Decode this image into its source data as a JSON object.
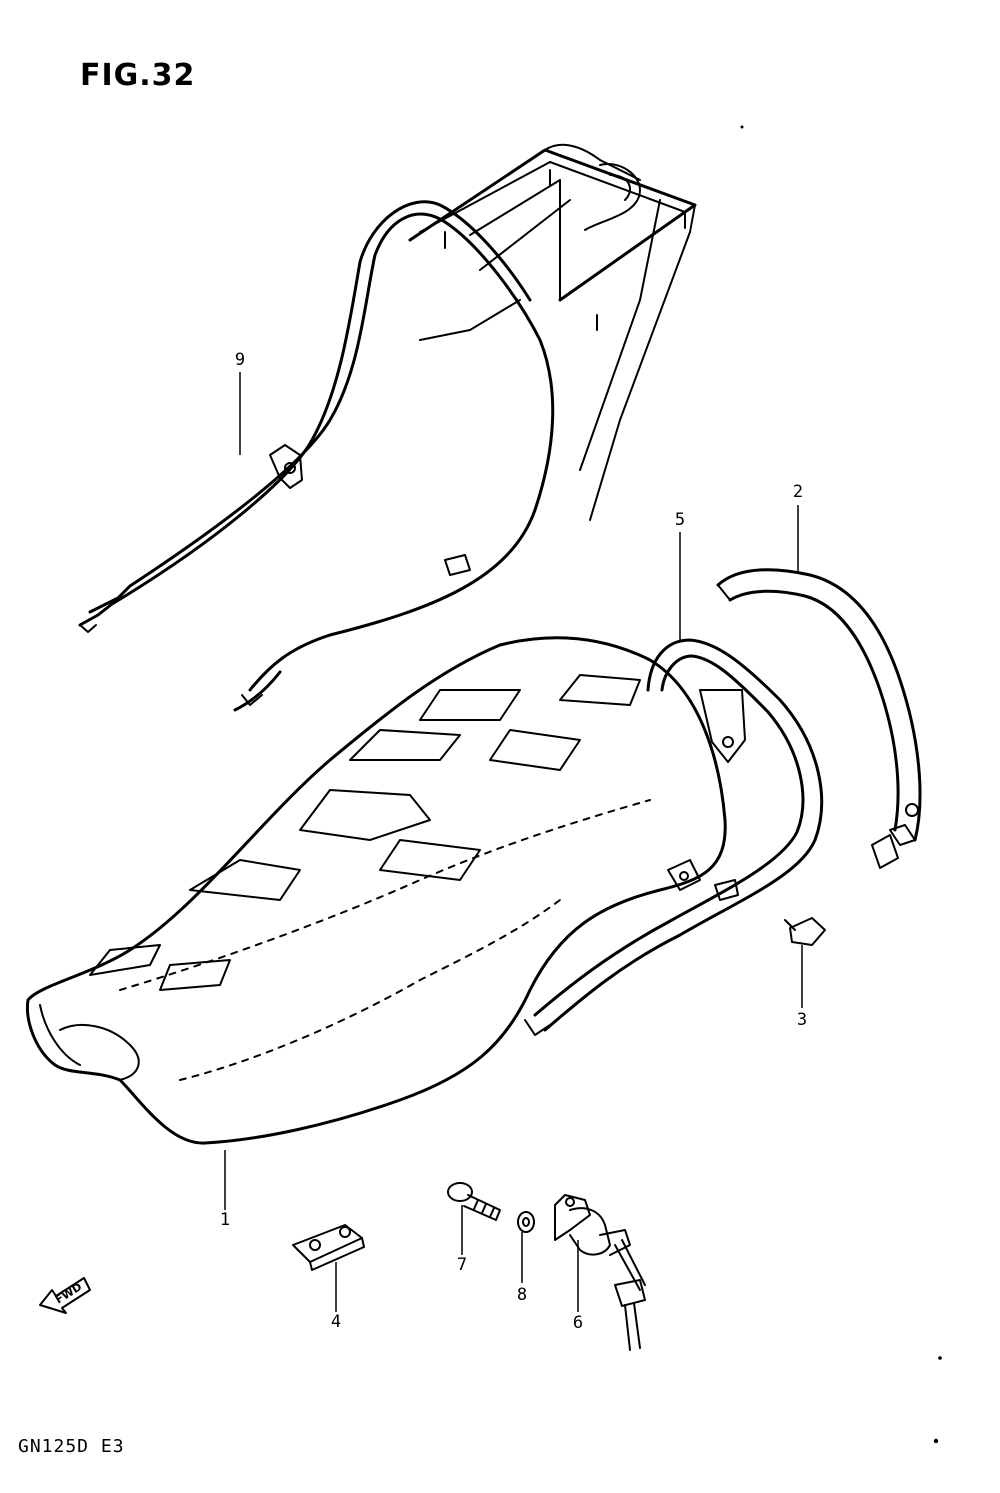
{
  "figure": {
    "title": "FIG.32",
    "model_code": "GN125D E3",
    "forward_marker": "FWD"
  },
  "callouts": [
    {
      "id": "1",
      "label": "1",
      "part": "seat"
    },
    {
      "id": "2",
      "label": "2",
      "part": "seat-strap-band"
    },
    {
      "id": "3",
      "label": "3",
      "part": "bolt"
    },
    {
      "id": "4",
      "label": "4",
      "part": "plate"
    },
    {
      "id": "5",
      "label": "5",
      "part": "grab-bar"
    },
    {
      "id": "6",
      "label": "6",
      "part": "seat-lock-with-keys"
    },
    {
      "id": "7",
      "label": "7",
      "part": "bolt"
    },
    {
      "id": "8",
      "label": "8",
      "part": "washer"
    },
    {
      "id": "9",
      "label": "9",
      "part": "rear-carrier"
    }
  ]
}
